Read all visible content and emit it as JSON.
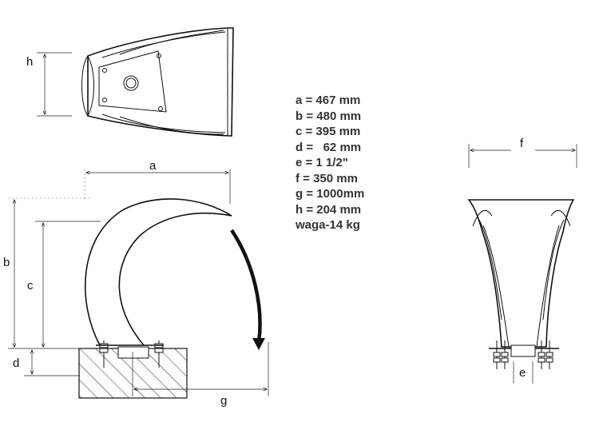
{
  "dimension_letters": {
    "h": "h",
    "a": "a",
    "b": "b",
    "c": "c",
    "d": "d",
    "e": "e",
    "f": "f",
    "g": "g"
  },
  "specs": [
    "a = 467 mm",
    "b = 480 mm",
    "c = 395 mm",
    "d =   62 mm",
    "e = 1 1/2\"",
    "f = 350 mm",
    "g = 1000mm",
    "h = 204 mm",
    "waga-14 kg"
  ]
}
